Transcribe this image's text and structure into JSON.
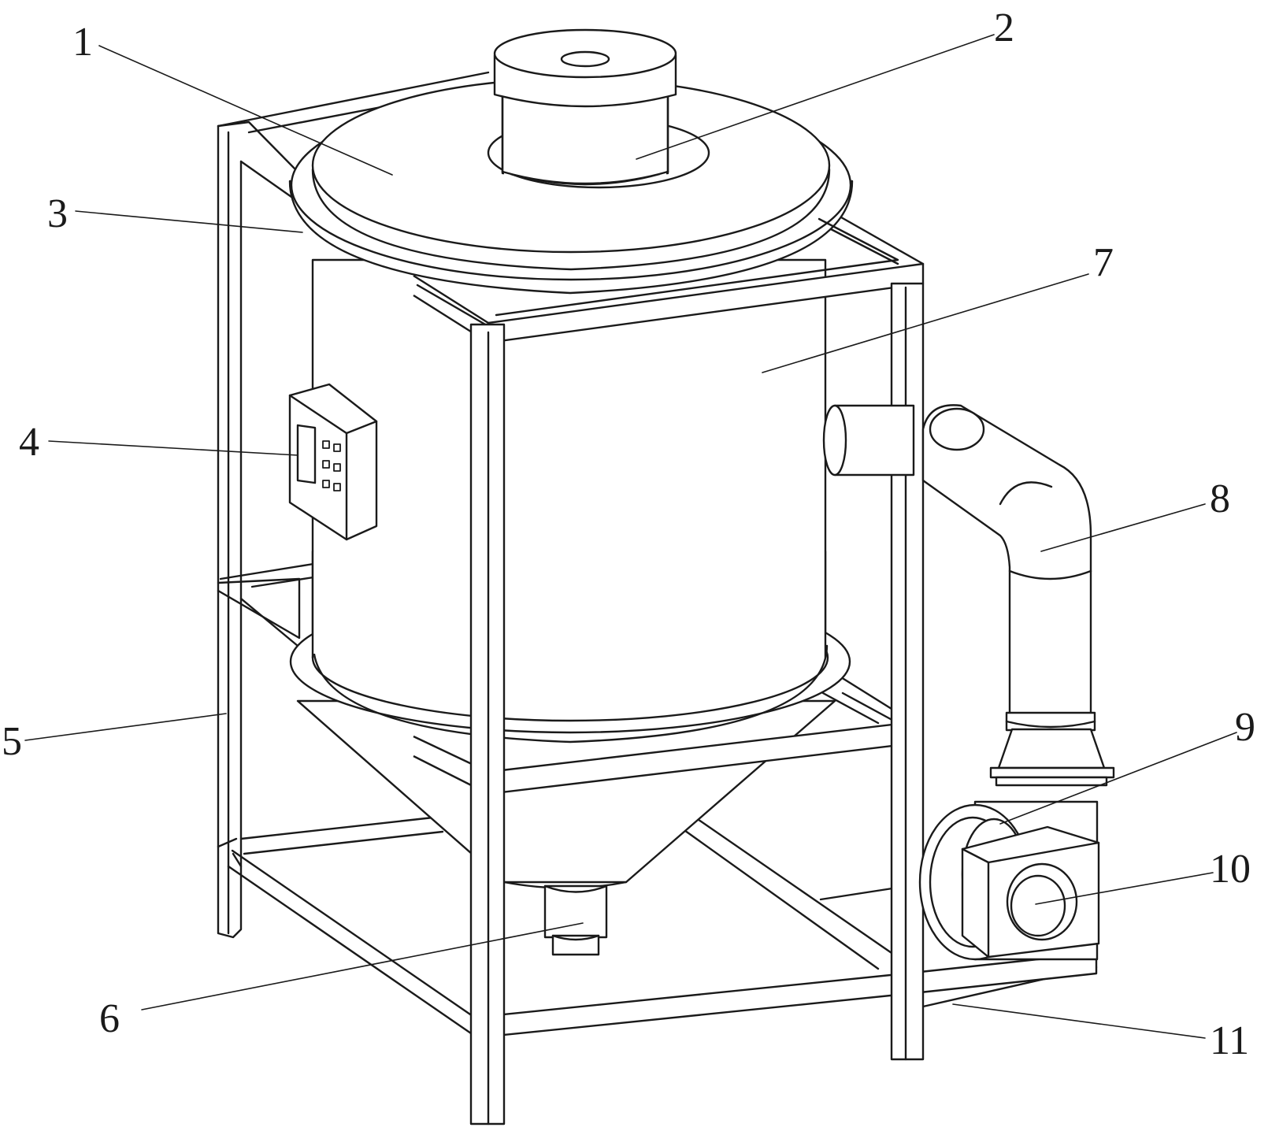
{
  "figure": {
    "labels": [
      {
        "id": "1",
        "text": "1"
      },
      {
        "id": "2",
        "text": "2"
      },
      {
        "id": "3",
        "text": "3"
      },
      {
        "id": "4",
        "text": "4"
      },
      {
        "id": "5",
        "text": "5"
      },
      {
        "id": "6",
        "text": "6"
      },
      {
        "id": "7",
        "text": "7"
      },
      {
        "id": "8",
        "text": "8"
      },
      {
        "id": "9",
        "text": "9"
      },
      {
        "id": "10",
        "text": "10"
      },
      {
        "id": "11",
        "text": "11"
      }
    ]
  }
}
